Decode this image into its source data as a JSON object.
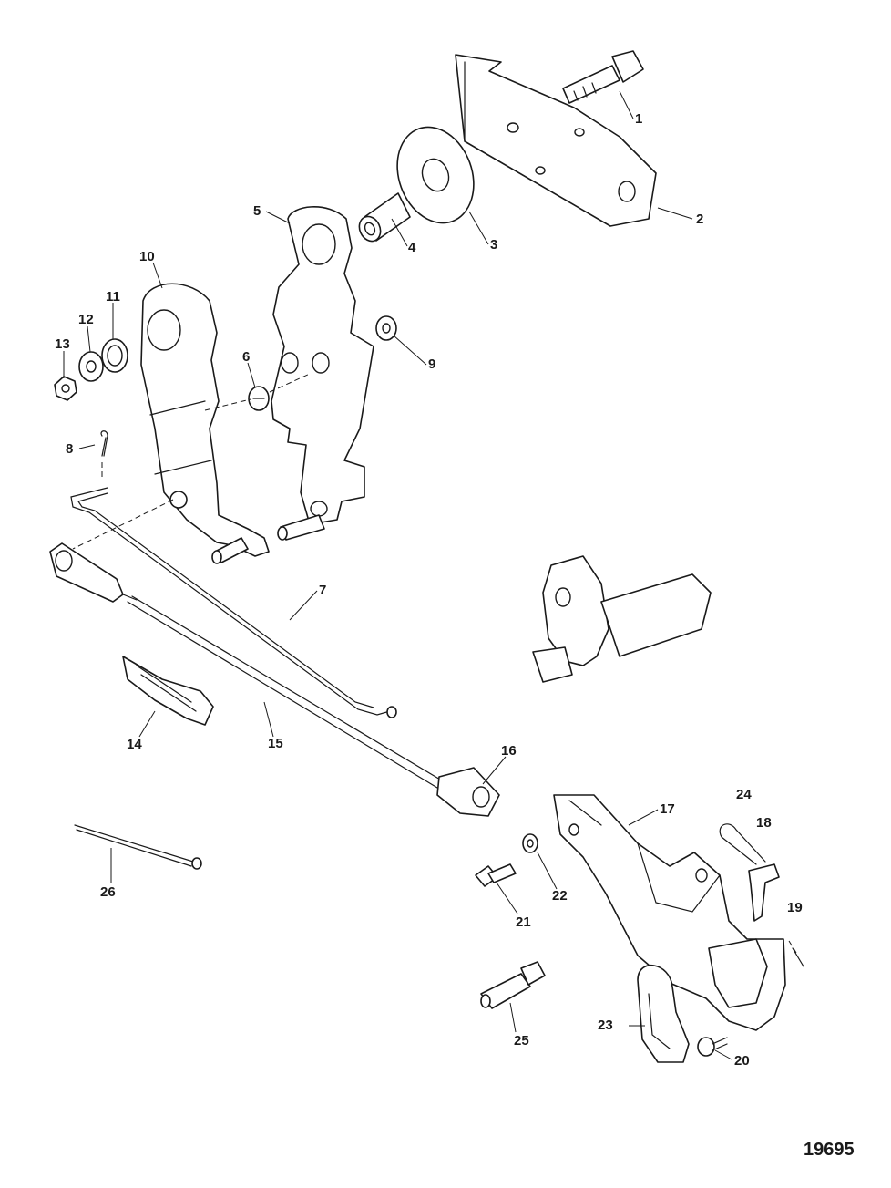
{
  "figure_number": "19695",
  "callouts": [
    "1",
    "2",
    "3",
    "4",
    "5",
    "6",
    "7",
    "8",
    "9",
    "10",
    "11",
    "12",
    "13",
    "14",
    "15",
    "16",
    "17",
    "18",
    "19",
    "20",
    "21",
    "22",
    "23",
    "24",
    "25",
    "26"
  ]
}
